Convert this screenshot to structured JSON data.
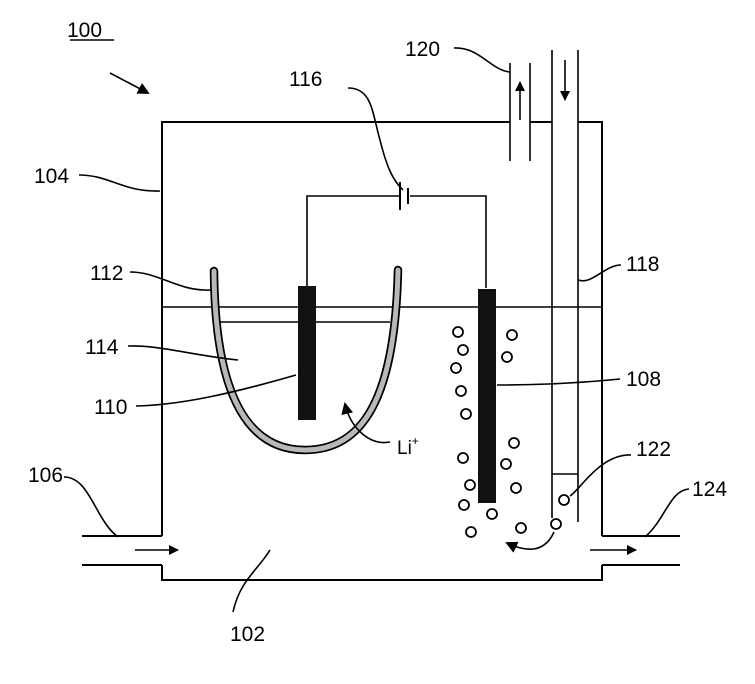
{
  "figure": {
    "labels": {
      "ref_100": "100",
      "ref_102": "102",
      "ref_104": "104",
      "ref_106": "106",
      "ref_108": "108",
      "ref_110": "110",
      "ref_112": "112",
      "ref_114": "114",
      "ref_116": "116",
      "ref_118": "118",
      "ref_120": "120",
      "ref_122": "122",
      "ref_124": "124"
    },
    "ion": {
      "symbol": "Li",
      "charge": "+"
    },
    "colors": {
      "line": "#000000",
      "membrane_fill": "#b8b8b8",
      "electrode": "#111111",
      "background": "#ffffff"
    }
  }
}
